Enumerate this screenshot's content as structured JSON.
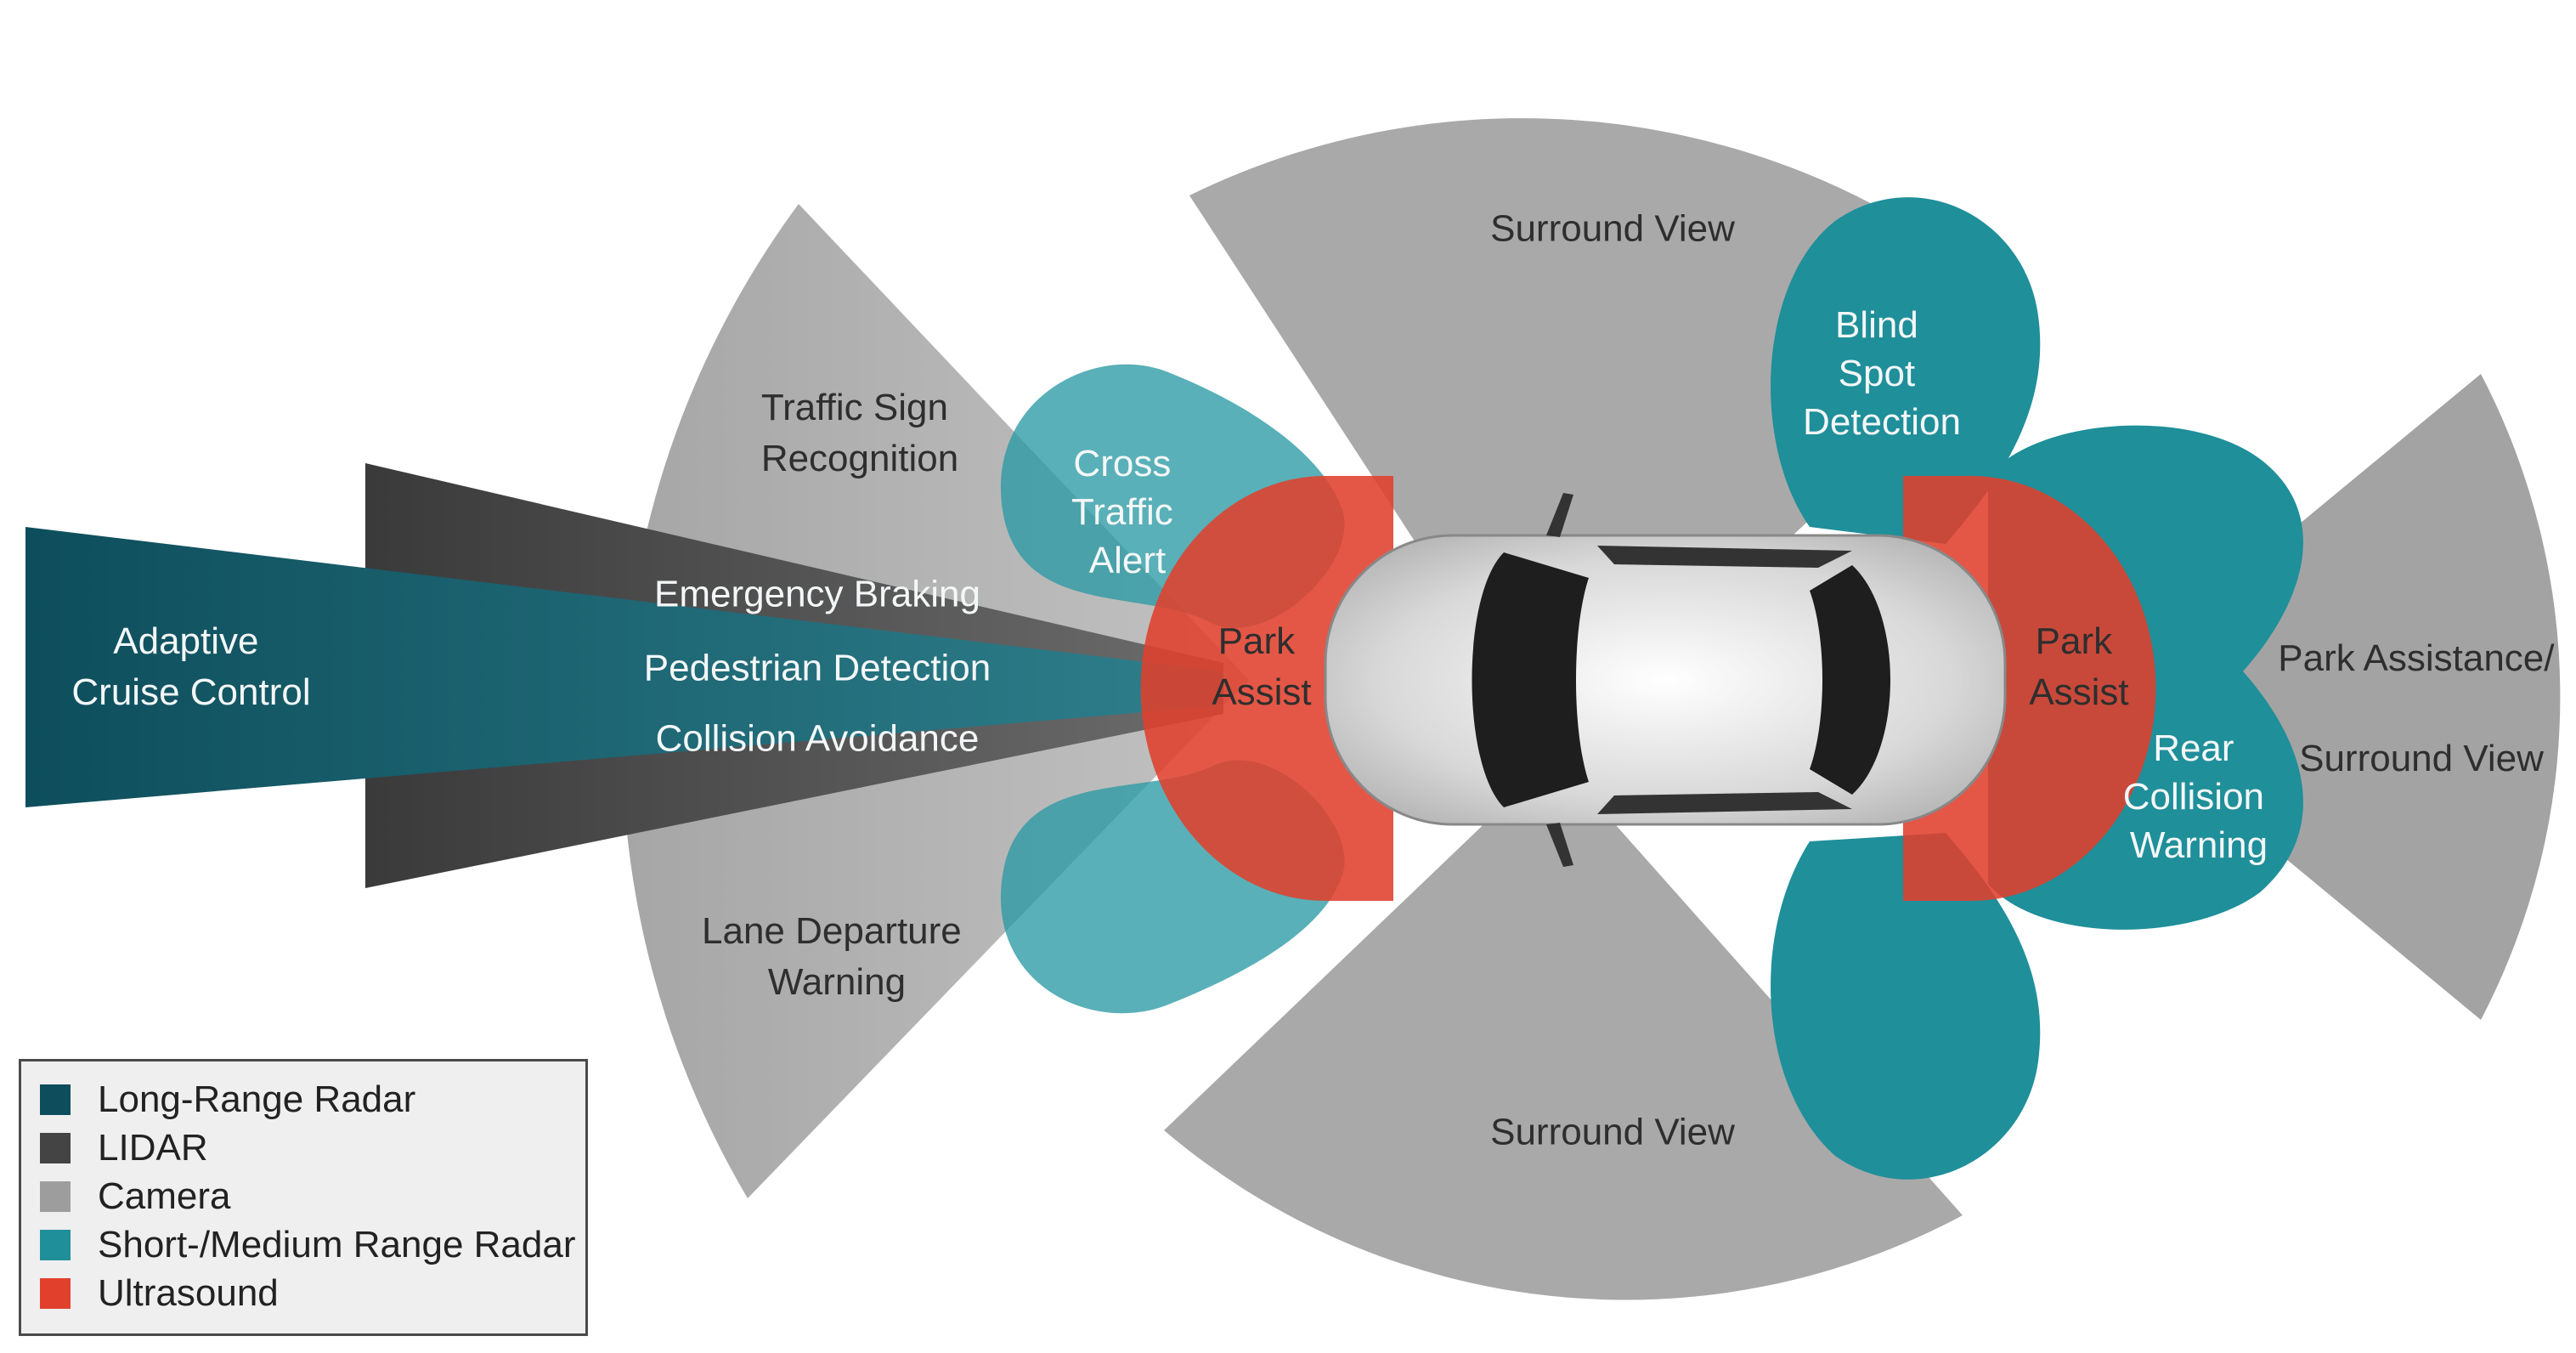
{
  "colors": {
    "long_range_radar": "#0e4e5c",
    "lidar": "#444444",
    "camera": "#9d9d9d",
    "short_medium_radar": "#1f8f9a",
    "ultrasound": "#e0402c"
  },
  "labels": {
    "adaptive_cruise_control": [
      "Adaptive",
      "Cruise Control"
    ],
    "emergency_braking": "Emergency Braking",
    "pedestrian_detection": "Pedestrian Detection",
    "collision_avoidance": "Collision Avoidance",
    "traffic_sign_recognition": [
      "Traffic Sign",
      "Recognition"
    ],
    "lane_departure_warning": [
      "Lane Departure",
      "Warning"
    ],
    "cross_traffic_alert": [
      "Cross",
      "Traffic",
      "Alert"
    ],
    "park_assist_front": [
      "Park",
      "Assist"
    ],
    "park_assist_rear": [
      "Park",
      "Assist"
    ],
    "surround_view_top": "Surround View",
    "surround_view_bottom": "Surround View",
    "blind_spot_detection": [
      "Blind",
      "Spot",
      "Detection"
    ],
    "rear_collision_warning": [
      "Rear",
      "Collision",
      "Warning"
    ],
    "park_assistance_surround_view": [
      "Park Assistance/",
      "Surround View"
    ]
  },
  "legend": [
    {
      "label": "Long-Range Radar",
      "color_key": "long_range_radar"
    },
    {
      "label": "LIDAR",
      "color_key": "lidar"
    },
    {
      "label": "Camera",
      "color_key": "camera"
    },
    {
      "label": "Short-/Medium Range Radar",
      "color_key": "short_medium_radar"
    },
    {
      "label": "Ultrasound",
      "color_key": "ultrasound"
    }
  ]
}
